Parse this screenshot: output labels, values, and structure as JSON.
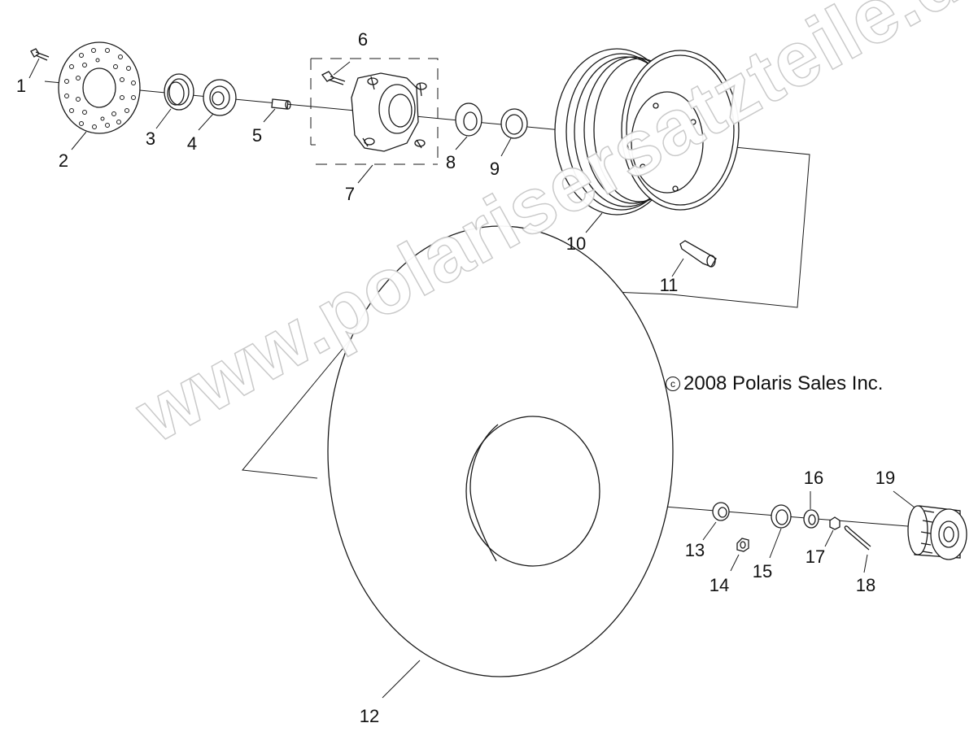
{
  "copyright": {
    "symbol": "c",
    "text": "2008 Polaris Sales Inc."
  },
  "watermark": "www.polarisersatzteile.de",
  "callouts": [
    "1",
    "2",
    "3",
    "4",
    "5",
    "6",
    "7",
    "8",
    "9",
    "10",
    "11",
    "12",
    "13",
    "14",
    "15",
    "16",
    "17",
    "18",
    "19"
  ],
  "parts": [
    "bolt",
    "brake-disc",
    "seal",
    "bearing",
    "spacer-tube",
    "hub-bolt",
    "hub",
    "bearing",
    "seal",
    "wheel-rim",
    "valve-stem",
    "tire",
    "washer",
    "nut",
    "washer",
    "washer",
    "nut",
    "cotter-pin",
    "hub-cap"
  ]
}
